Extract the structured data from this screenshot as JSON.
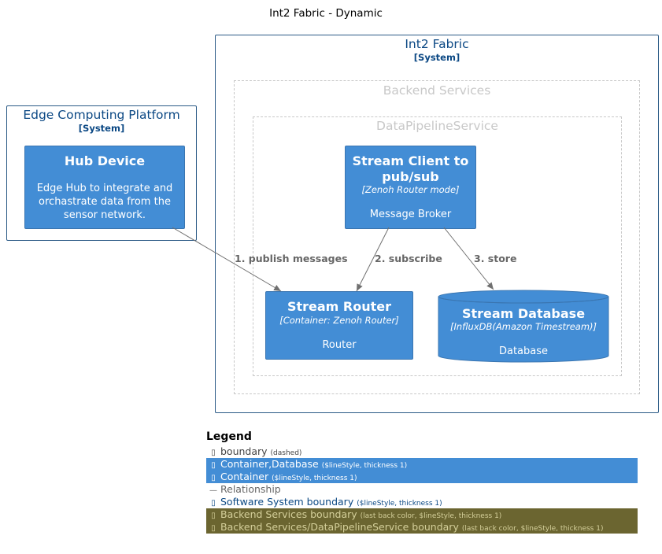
{
  "diagram_title": "Int2 Fabric - Dynamic",
  "boundaries": {
    "int2_fabric": {
      "name": "Int2 Fabric",
      "type": "[System]"
    },
    "edge_platform": {
      "name": "Edge Computing Platform",
      "type": "[System]"
    },
    "backend_services": {
      "name": "Backend Services"
    },
    "data_pipeline_service": {
      "name": "DataPipelineService"
    }
  },
  "nodes": {
    "hub_device": {
      "title": "Hub Device",
      "description": "Edge Hub to integrate and orchastrate data from the sensor network."
    },
    "stream_client": {
      "title": "Stream Client to pub/sub",
      "subtitle": "[Zenoh Router mode]",
      "description": "Message Broker"
    },
    "stream_router": {
      "title": "Stream Router",
      "subtitle": "[Container: Zenoh Router]",
      "description": "Router"
    },
    "stream_database": {
      "title": "Stream Database",
      "subtitle": "[InfluxDB(Amazon Timestream)]",
      "description": "Database"
    }
  },
  "relationships": [
    {
      "label": "1. publish messages"
    },
    {
      "label": "2. subscribe"
    },
    {
      "label": "3. store"
    }
  ],
  "legend": {
    "title": "Legend",
    "rows": [
      {
        "symbol": "▯",
        "label": "boundary",
        "note": "(dashed)",
        "bg": "#ffffff",
        "color": "#444444"
      },
      {
        "symbol": "▯",
        "label": "Container,Database",
        "note": "($lineStyle, thickness 1)",
        "bg": "#438dd5",
        "color": "#ffffff"
      },
      {
        "symbol": "▯",
        "label": "Container",
        "note": "($lineStyle, thickness 1)",
        "bg": "#438dd5",
        "color": "#ffffff"
      },
      {
        "symbol": "—",
        "label": "Relationship",
        "note": "",
        "bg": "#ffffff",
        "color": "#666666"
      },
      {
        "symbol": "▯",
        "label": "Software System boundary",
        "note": "($lineStyle, thickness 1)",
        "bg": "#ffffff",
        "color": "#0b4884"
      },
      {
        "symbol": "▯",
        "label": "Backend Services boundary",
        "note": "(last back color, $lineStyle, thickness 1)",
        "bg": "#6b6530",
        "color": "#d4cf9a"
      },
      {
        "symbol": "▯",
        "label": "Backend Services/DataPipelineService boundary",
        "note": "(last back color, $lineStyle, thickness 1)",
        "bg": "#6b6530",
        "color": "#d4cf9a"
      }
    ]
  },
  "colors": {
    "container_fill": "#438dd5",
    "container_border": "#3a75b0",
    "system_boundary": "#2b5a86",
    "system_text": "#0b4884",
    "dashed_boundary": "#c8c8c8",
    "relationship": "#707070"
  }
}
